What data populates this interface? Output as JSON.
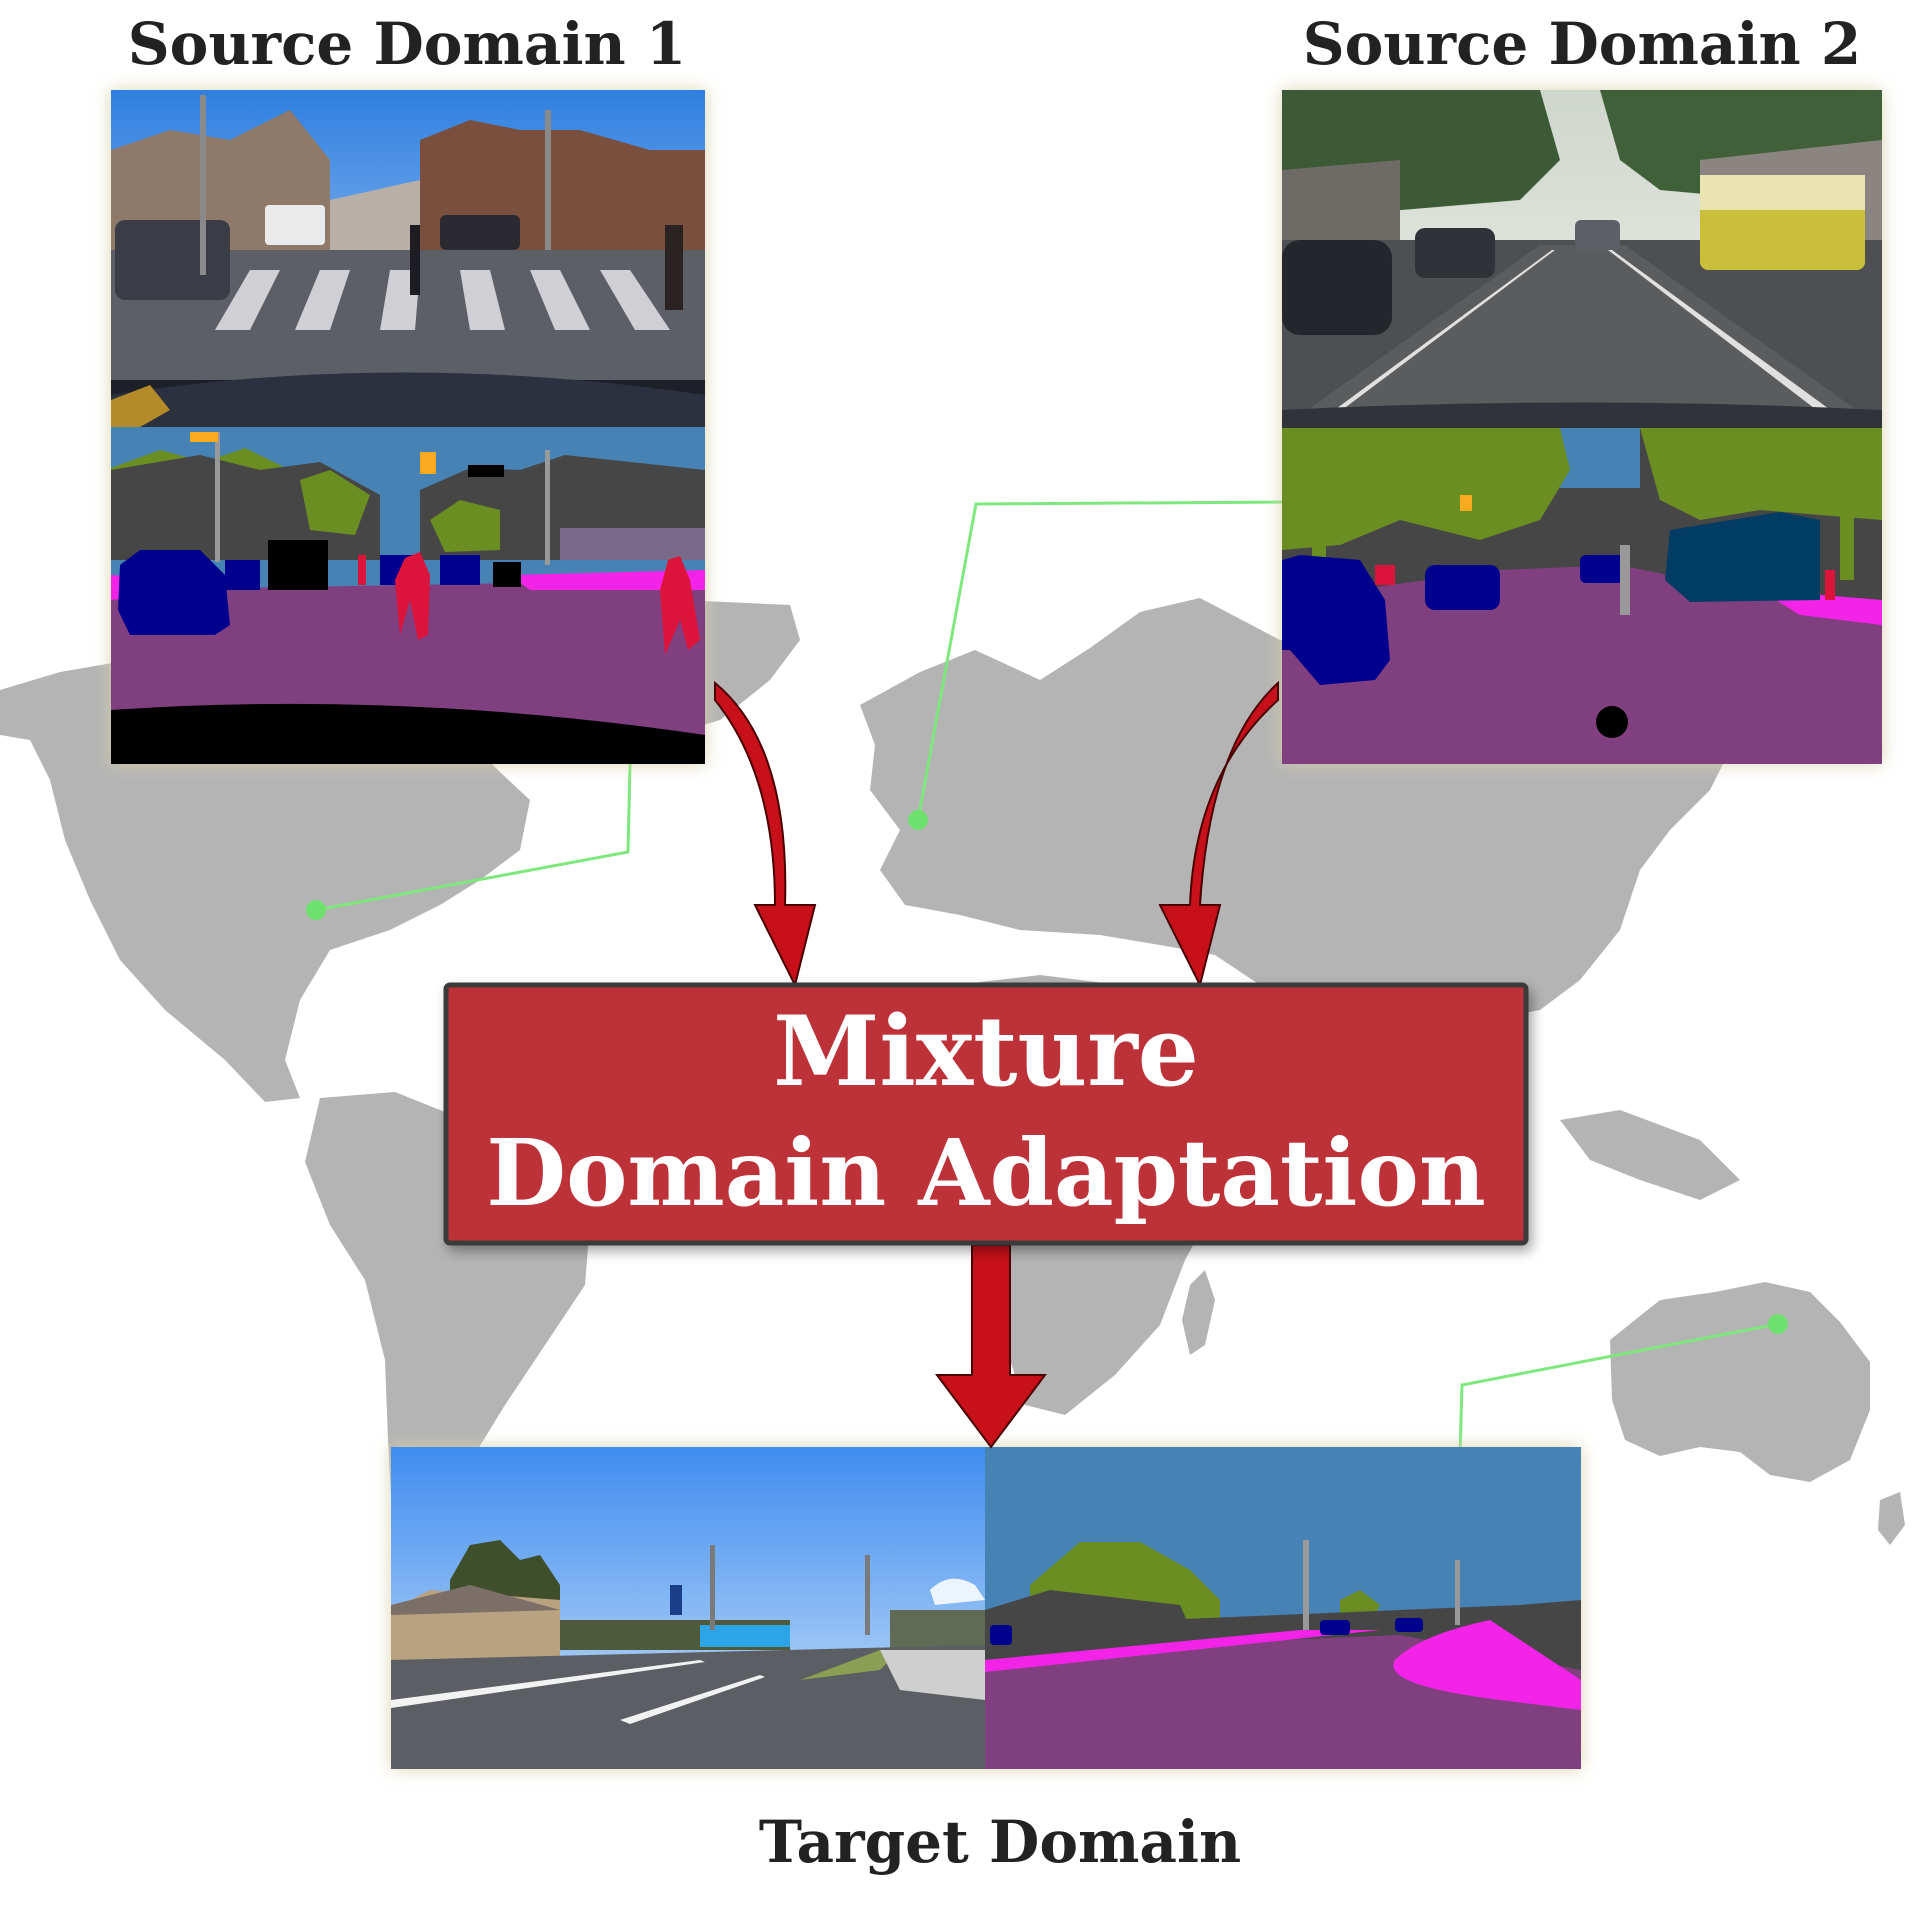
{
  "labels": {
    "source1": "Source Domain 1",
    "source2": "Source Domain 2",
    "target": "Target Domain",
    "method_line1": "Mixture",
    "method_line2": "Domain Adaptation"
  },
  "colors": {
    "map_land": "#b4b4b4",
    "connector": "#7ee87e",
    "arrow": "#c8101a",
    "arrow_stroke": "#4a0000",
    "box_fill": "#bd3337",
    "box_stroke": "#3a3a3a",
    "title_text": "#222222",
    "seg_road": "#804080",
    "seg_sidewalk": "#f423e8",
    "seg_building": "#464646",
    "seg_vegetation": "#6b8e23",
    "seg_sky": "#4682b4",
    "seg_car": "#00008e",
    "seg_person": "#dc143c",
    "seg_truck": "#003c64",
    "seg_traffic_light": "#faaa1e",
    "seg_pole": "#999999"
  }
}
